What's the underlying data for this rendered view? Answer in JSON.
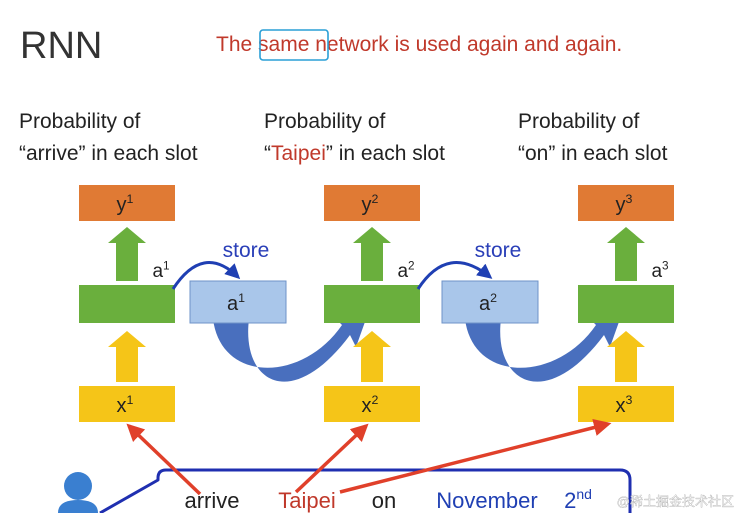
{
  "title": "RNN",
  "subtitle": {
    "prefix": "The ",
    "highlight": "same",
    "suffix": " network is used again and again."
  },
  "steps": [
    {
      "label_line1": "Probability of",
      "label_line2_parts": [
        {
          "text": "“arrive”",
          "color": "#222222"
        },
        {
          "text": " in each slot",
          "color": "#222222"
        }
      ],
      "y_base": "y",
      "y_sup": "1",
      "a_base": "a",
      "a_sup": "1",
      "x_base": "x",
      "x_sup": "1"
    },
    {
      "label_line1": "Probability of",
      "label_line2_parts": [
        {
          "text": "“",
          "color": "#222222"
        },
        {
          "text": "Taipei",
          "color": "#c0392b"
        },
        {
          "text": "” in each slot",
          "color": "#222222"
        }
      ],
      "y_base": "y",
      "y_sup": "2",
      "a_base": "a",
      "a_sup": "2",
      "x_base": "x",
      "x_sup": "2"
    },
    {
      "label_line1": "Probability of",
      "label_line2_parts": [
        {
          "text": "“on”",
          "color": "#222222"
        },
        {
          "text": " in each slot",
          "color": "#222222"
        }
      ],
      "y_base": "y",
      "y_sup": "3",
      "a_base": "a",
      "a_sup": "3",
      "x_base": "x",
      "x_sup": "3"
    }
  ],
  "memory": [
    {
      "store_label": "store",
      "base": "a",
      "sup": "1"
    },
    {
      "store_label": "store",
      "base": "a",
      "sup": "2"
    }
  ],
  "sentence": [
    {
      "text": "arrive",
      "color": "#222222"
    },
    {
      "text": "Taipei",
      "color": "#c0392b"
    },
    {
      "text": "on",
      "color": "#222222"
    },
    {
      "text": "November",
      "color": "#1f3fb3"
    },
    {
      "text": "2",
      "color": "#1f3fb3",
      "sup": "nd"
    }
  ],
  "watermark": "@稀土掘金技术社区",
  "colors": {
    "title": "#333333",
    "subtitle": "#c0392b",
    "highlight_box": "#2a9fd6",
    "output_box": "#e07a34",
    "hidden_box": "#6aaf3d",
    "input_box": "#f5c518",
    "memory_box": "#a9c6ea",
    "store_text": "#2a3fb8",
    "curve_arrow": "#3a63b8",
    "green_arrow": "#6aaf3d",
    "yellow_arrow": "#f5c518",
    "red_arrow": "#e0402a",
    "sentence_border": "#1f2fb0"
  }
}
